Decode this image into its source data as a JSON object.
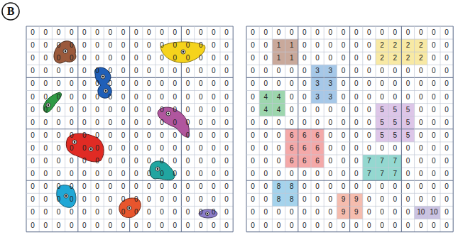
{
  "diagram": {
    "labels": [
      "B",
      "0",
      "0",
      "0",
      "0",
      "0",
      "0",
      "0",
      "0",
      "0",
      "0",
      "0",
      "0",
      "0",
      "0",
      "0",
      "0",
      "0",
      "0",
      "0",
      "0",
      "0",
      "0",
      "0",
      "0",
      "0",
      "0",
      "0",
      "0",
      "0",
      "0",
      "0",
      "0",
      "0",
      "0",
      "0",
      "0",
      "0",
      "0",
      "0",
      "0",
      "0",
      "0",
      "0",
      "0",
      "0",
      "0",
      "0",
      "0",
      "0",
      "0",
      "0",
      "0",
      "0",
      "0",
      "0",
      "0",
      "0",
      "0",
      "0",
      "0",
      "0",
      "0",
      "0",
      "0",
      "0",
      "0",
      "0",
      "0",
      "0",
      "0",
      "0",
      "0",
      "0",
      "0",
      "0",
      "0",
      "0",
      "0",
      "0",
      "0",
      "0",
      "0",
      "0",
      "0",
      "0",
      "0",
      "0",
      "0",
      "0",
      "0",
      "0",
      "0",
      "0",
      "0",
      "0",
      "0",
      "0",
      "0",
      "0",
      "0",
      "0",
      "0",
      "0",
      "0",
      "0",
      "0",
      "0",
      "0",
      "0",
      "0",
      "0",
      "0",
      "0",
      "0",
      "0",
      "0",
      "0",
      "0",
      "0",
      "0",
      "0",
      "0",
      "0",
      "0",
      "0",
      "0",
      "0",
      "0",
      "0",
      "0",
      "0",
      "0",
      "0",
      "0",
      "0",
      "0",
      "0",
      "0",
      "0",
      "0",
      "0",
      "0",
      "0",
      "0",
      "0",
      "0",
      "0",
      "0",
      "0",
      "0",
      "0",
      "0",
      "0",
      "0",
      "0",
      "0",
      "0",
      "0",
      "0",
      "0",
      "0",
      "0",
      "0",
      "0",
      "0",
      "0",
      "0",
      "0",
      "0",
      "0",
      "0",
      "0",
      "0",
      "0",
      "0",
      "0",
      "0",
      "0",
      "0",
      "0",
      "0",
      "0",
      "0",
      "0",
      "0",
      "0",
      "0",
      "0",
      "0",
      "0",
      "0",
      "0",
      "0",
      "0",
      "0",
      "0",
      "0",
      "0",
      "0",
      "0",
      "0",
      "0",
      "0",
      "0",
      "0",
      "0",
      "0",
      "0",
      "0",
      "0",
      "0",
      "0",
      "0",
      "0",
      "0",
      "0",
      "0",
      "0",
      "0",
      "0",
      "0",
      "0",
      "0",
      "0",
      "0",
      "0",
      "0",
      "0",
      "0",
      "0",
      "0",
      "0",
      "0",
      "0",
      "0",
      "0",
      "0",
      "0",
      "0",
      "0",
      "0",
      "0",
      "0",
      "0",
      "0",
      "0",
      "0",
      "0",
      "0",
      "0",
      "0",
      "0",
      "0",
      "0",
      "0",
      "0",
      "0",
      "0",
      "0",
      "0",
      "0",
      "0",
      "0",
      "0",
      "0",
      "0",
      "0",
      "0",
      "0",
      "0",
      "0",
      "0",
      "0",
      "0",
      "1",
      "1",
      "0",
      "0",
      "0",
      "0",
      "0",
      "0",
      "2",
      "2",
      "2",
      "2",
      "0",
      "0",
      "0",
      "0",
      "1",
      "1",
      "0",
      "0",
      "0",
      "0",
      "0",
      "0",
      "2",
      "2",
      "2",
      "2",
      "0",
      "0",
      "0",
      "0",
      "0",
      "0",
      "0",
      "3",
      "3",
      "0",
      "0",
      "0",
      "0",
      "0",
      "0",
      "0",
      "0",
      "0",
      "0",
      "0",
      "0",
      "0",
      "0",
      "3",
      "3",
      "0",
      "0",
      "0",
      "0",
      "0",
      "0",
      "0",
      "0",
      "0",
      "0",
      "4",
      "4",
      "0",
      "0",
      "3",
      "3",
      "0",
      "0",
      "0",
      "0",
      "0",
      "0",
      "0",
      "0",
      "0",
      "0",
      "4",
      "4",
      "0",
      "0",
      "0",
      "0",
      "0",
      "0",
      "0",
      "5",
      "5",
      "5",
      "0",
      "0",
      "0",
      "0",
      "0",
      "0",
      "0",
      "0",
      "0",
      "0",
      "0",
      "0",
      "0",
      "5",
      "5",
      "5",
      "0",
      "0",
      "0",
      "0",
      "0",
      "0",
      "6",
      "6",
      "6",
      "0",
      "0",
      "0",
      "0",
      "5",
      "5",
      "5",
      "0",
      "0",
      "0",
      "0",
      "0",
      "0",
      "6",
      "6",
      "6",
      "0",
      "0",
      "0",
      "0",
      "0",
      "0",
      "0",
      "0",
      "0",
      "0",
      "0",
      "0",
      "0",
      "6",
      "6",
      "6",
      "0",
      "0",
      "0",
      "7",
      "7",
      "7",
      "0",
      "0",
      "0",
      "0",
      "0",
      "0",
      "0",
      "0",
      "0",
      "0",
      "0",
      "0",
      "0",
      "7",
      "7",
      "7",
      "0",
      "0",
      "0",
      "0",
      "0",
      "0",
      "8",
      "8",
      "0",
      "0",
      "0",
      "0",
      "0",
      "0",
      "0",
      "0",
      "0",
      "0",
      "0",
      "0",
      "0",
      "0",
      "8",
      "8",
      "0",
      "0",
      "0",
      "9",
      "9",
      "0",
      "0",
      "0",
      "0",
      "0",
      "0",
      "0",
      "0",
      "0",
      "0",
      "0",
      "0",
      "0",
      "0",
      "9",
      "9",
      "0",
      "0",
      "0",
      "0",
      "10",
      "10",
      "0",
      "0",
      "0",
      "0",
      "0",
      "0",
      "0",
      "0",
      "0",
      "0",
      "0",
      "0",
      "0",
      "0",
      "0",
      "0",
      "0"
    ]
  }
}
